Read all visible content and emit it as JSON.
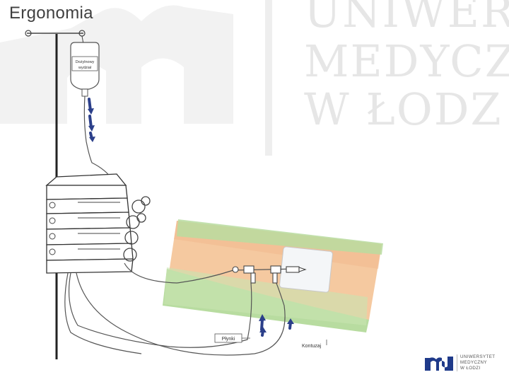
{
  "slide": {
    "title": "Ergonomia"
  },
  "watermark": {
    "line1": "UNIWER",
    "line2": "MEDYCZ",
    "line3": "W ŁODZ"
  },
  "illustration": {
    "bag_label_line1": "Dożylnowy",
    "bag_label_line2": "wydział",
    "label_left": "Płynki",
    "label_right": "Kontuzaj"
  },
  "logo": {
    "line1": "UNIWERSYTET",
    "line2": "MEDYCZNY",
    "line3": "W ŁODZI"
  },
  "colors": {
    "title": "#404040",
    "arrow": "#2b3f8a",
    "skin": "#f5c9a0",
    "green_band": "#b8dca0",
    "logo_blue": "#1f3a8a"
  }
}
